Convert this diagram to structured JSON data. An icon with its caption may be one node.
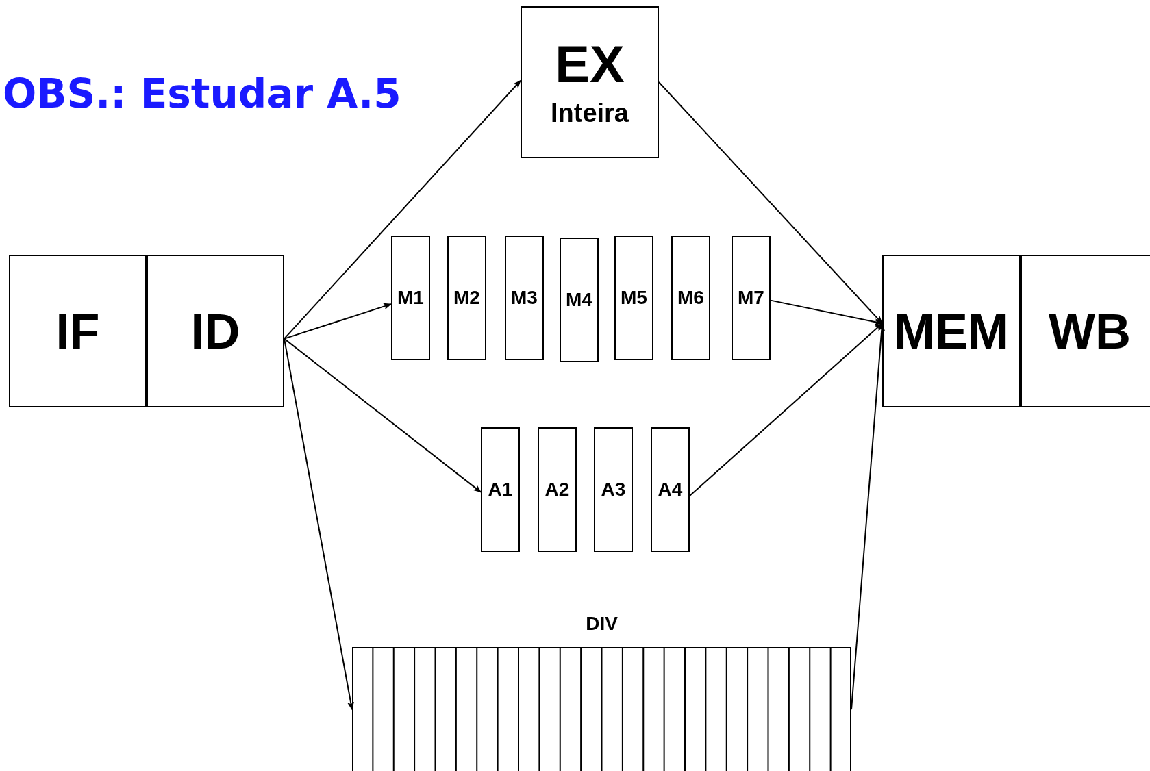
{
  "diagram": {
    "nodes": [
      {
        "text": [
          "IF"
        ]
      },
      {
        "text": [
          "ID"
        ]
      },
      {
        "text": [
          "EX",
          "Inteira"
        ]
      },
      {
        "text": [
          "M1"
        ]
      },
      {
        "text": [
          "M2"
        ]
      },
      {
        "text": [
          "M3"
        ]
      },
      {
        "text": [
          "M4"
        ]
      },
      {
        "text": [
          "M5"
        ]
      },
      {
        "text": [
          "M6"
        ]
      },
      {
        "text": [
          "M7"
        ]
      },
      {
        "text": [
          "A1"
        ]
      },
      {
        "text": [
          "A2"
        ]
      },
      {
        "text": [
          "A3"
        ]
      },
      {
        "text": [
          "A4"
        ]
      },
      {
        "text": [
          "DIV"
        ]
      },
      {
        "text": [
          "MEM"
        ]
      },
      {
        "text": [
          "WB"
        ]
      }
    ],
    "edges": [
      {
        "from": 1,
        "to": 2,
        "arrow": "to"
      },
      {
        "from": 1,
        "to": 3,
        "arrow": "to"
      },
      {
        "from": 1,
        "to": 10,
        "arrow": "to"
      },
      {
        "from": 1,
        "to": 14,
        "arrow": "to"
      },
      {
        "from": 2,
        "to": 15,
        "arrow": "to"
      },
      {
        "from": 9,
        "to": 15,
        "arrow": "to"
      },
      {
        "from": 13,
        "to": 15,
        "arrow": "to"
      },
      {
        "from": 14,
        "to": 15,
        "arrow": "to"
      }
    ],
    "labels": [
      "OBS.: Estudar A.5"
    ]
  }
}
